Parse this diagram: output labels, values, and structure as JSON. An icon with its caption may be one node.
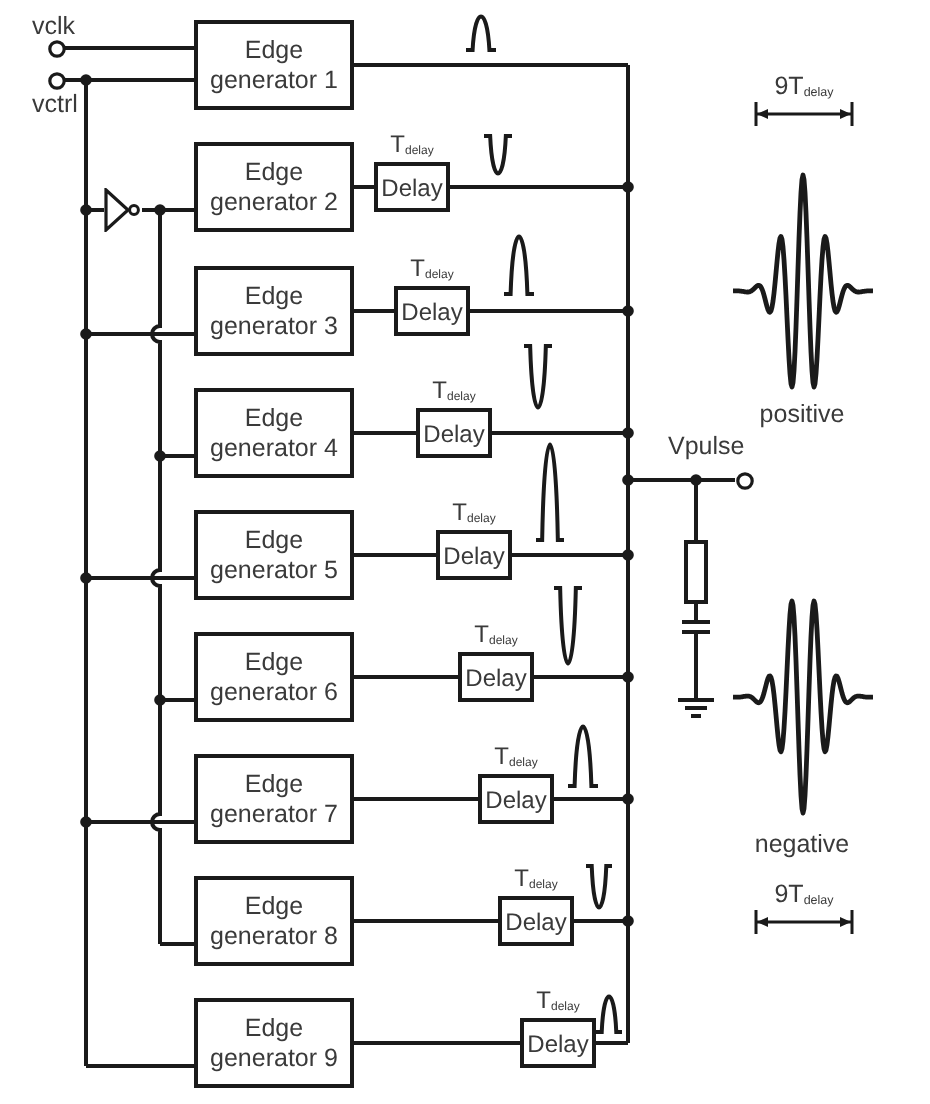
{
  "diagram": {
    "nodes": [
      {
        "text": [],
        "shape": "circle",
        "beside": [
          "vclk"
        ]
      },
      {
        "text": [],
        "shape": "circle",
        "beside": [
          "vctrl"
        ]
      },
      {
        "text": [],
        "shape": "triangle"
      },
      {
        "text": [
          "Edge generator 1"
        ]
      },
      {
        "text": [
          "Edge generator 2"
        ]
      },
      {
        "text": [
          "Edge generator 3"
        ]
      },
      {
        "text": [
          "Edge generator 4"
        ]
      },
      {
        "text": [
          "Edge generator 5"
        ]
      },
      {
        "text": [
          "Edge generator 6"
        ]
      },
      {
        "text": [
          "Edge generator 7"
        ]
      },
      {
        "text": [
          "Edge generator 8"
        ]
      },
      {
        "text": [
          "Edge generator 9"
        ]
      },
      {
        "text": [
          "Delay"
        ],
        "beside": [
          "T$_{delay}$"
        ]
      },
      {
        "text": [
          "Delay"
        ],
        "beside": [
          "T$_{delay}$"
        ]
      },
      {
        "text": [
          "Delay"
        ],
        "beside": [
          "T$_{delay}$"
        ]
      },
      {
        "text": [
          "Delay"
        ],
        "beside": [
          "T$_{delay}$"
        ]
      },
      {
        "text": [
          "Delay"
        ],
        "beside": [
          "T$_{delay}$"
        ]
      },
      {
        "text": [
          "Delay"
        ],
        "beside": [
          "T$_{delay}$"
        ]
      },
      {
        "text": [
          "Delay"
        ],
        "beside": [
          "T$_{delay}$"
        ]
      },
      {
        "text": [
          "Delay"
        ],
        "beside": [
          "T$_{delay}$"
        ]
      },
      {
        "text": [],
        "shape": "circle",
        "beside": [
          "Vpulse"
        ]
      },
      {
        "text": [],
        "shape": "resistor"
      },
      {
        "text": [],
        "shape": "capacitor"
      },
      {
        "text": [],
        "shape": "ground"
      }
    ],
    "edges": [
      {
        "from": 0,
        "to": 3,
        "arrow": "none"
      },
      {
        "from": 1,
        "to": 3,
        "arrow": "none"
      },
      {
        "from": 1,
        "to": 2,
        "arrow": "none"
      },
      {
        "from": 1,
        "to": 5,
        "arrow": "none"
      },
      {
        "from": 1,
        "to": 7,
        "arrow": "none"
      },
      {
        "from": 1,
        "to": 9,
        "arrow": "none"
      },
      {
        "from": 1,
        "to": 11,
        "arrow": "none"
      },
      {
        "from": 2,
        "to": 4,
        "arrow": "none"
      },
      {
        "from": 2,
        "to": 6,
        "arrow": "none"
      },
      {
        "from": 2,
        "to": 8,
        "arrow": "none"
      },
      {
        "from": 2,
        "to": 10,
        "arrow": "none"
      },
      {
        "from": 4,
        "to": 12,
        "arrow": "none"
      },
      {
        "from": 5,
        "to": 13,
        "arrow": "none"
      },
      {
        "from": 6,
        "to": 14,
        "arrow": "none"
      },
      {
        "from": 7,
        "to": 15,
        "arrow": "none"
      },
      {
        "from": 8,
        "to": 16,
        "arrow": "none"
      },
      {
        "from": 9,
        "to": 17,
        "arrow": "none"
      },
      {
        "from": 10,
        "to": 18,
        "arrow": "none"
      },
      {
        "from": 11,
        "to": 19,
        "arrow": "none"
      },
      {
        "from": 3,
        "to": 20,
        "arrow": "none"
      },
      {
        "from": 12,
        "to": 20,
        "arrow": "none"
      },
      {
        "from": 13,
        "to": 20,
        "arrow": "none"
      },
      {
        "from": 14,
        "to": 20,
        "arrow": "none"
      },
      {
        "from": 15,
        "to": 20,
        "arrow": "none"
      },
      {
        "from": 16,
        "to": 20,
        "arrow": "none"
      },
      {
        "from": 17,
        "to": 20,
        "arrow": "none"
      },
      {
        "from": 18,
        "to": 20,
        "arrow": "none"
      },
      {
        "from": 19,
        "to": 20,
        "arrow": "none"
      },
      {
        "from": 3,
        "to": 21,
        "arrow": "none"
      },
      {
        "from": 12,
        "to": 21,
        "arrow": "none"
      },
      {
        "from": 13,
        "to": 21,
        "arrow": "none"
      },
      {
        "from": 14,
        "to": 21,
        "arrow": "none"
      },
      {
        "from": 15,
        "to": 21,
        "arrow": "none"
      },
      {
        "from": 16,
        "to": 21,
        "arrow": "none"
      },
      {
        "from": 17,
        "to": 21,
        "arrow": "none"
      },
      {
        "from": 18,
        "to": 21,
        "arrow": "none"
      },
      {
        "from": 19,
        "to": 21,
        "arrow": "none"
      },
      {
        "from": 21,
        "to": 22,
        "arrow": "none"
      },
      {
        "from": 22,
        "to": 23,
        "arrow": "none"
      }
    ],
    "labels": [
      "9T$_{delay}$",
      "positive",
      "negative",
      "9T$_{delay}$"
    ]
  }
}
